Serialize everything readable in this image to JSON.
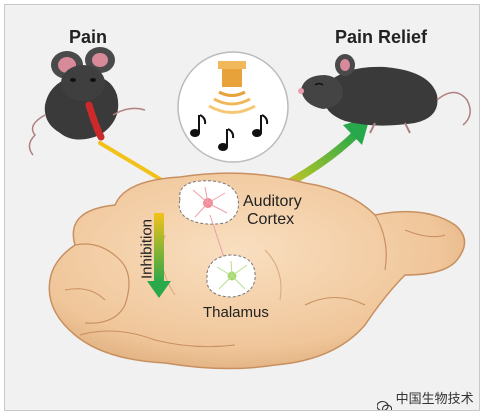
{
  "labels": {
    "pain": "Pain",
    "pain_relief": "Pain Relief",
    "auditory_cortex_line1": "Auditory",
    "auditory_cortex_line2": "Cortex",
    "thalamus": "Thalamus",
    "inhibition": "Inhibition"
  },
  "watermark": "中国生物技术网",
  "icons": {
    "sound": "speaker-icon",
    "notes": "music-note-icon",
    "wechat": "wechat-icon"
  },
  "colors": {
    "background": "#f1f1f1",
    "brain": "#f3cfa5",
    "mouse": "#3a3a3a",
    "arrow_yellow": "#f2c21a",
    "arrow_green": "#27a84a",
    "speaker": "#e8a23a"
  }
}
